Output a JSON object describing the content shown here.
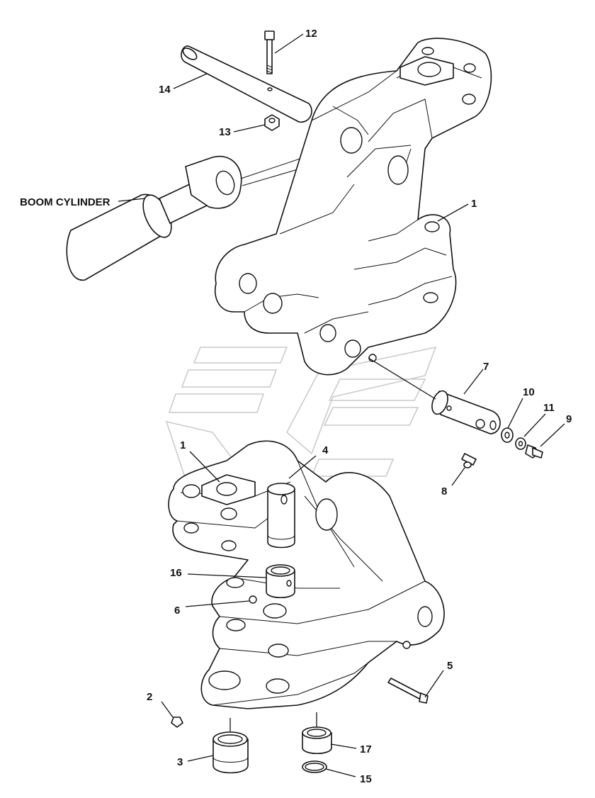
{
  "labels": {
    "boom_cylinder": "BOOM CYLINDER"
  },
  "callouts": [
    "12",
    "14",
    "13",
    "1",
    "7",
    "10",
    "11",
    "9",
    "1",
    "4",
    "8",
    "16",
    "6",
    "5",
    "2",
    "3",
    "17",
    "15"
  ]
}
